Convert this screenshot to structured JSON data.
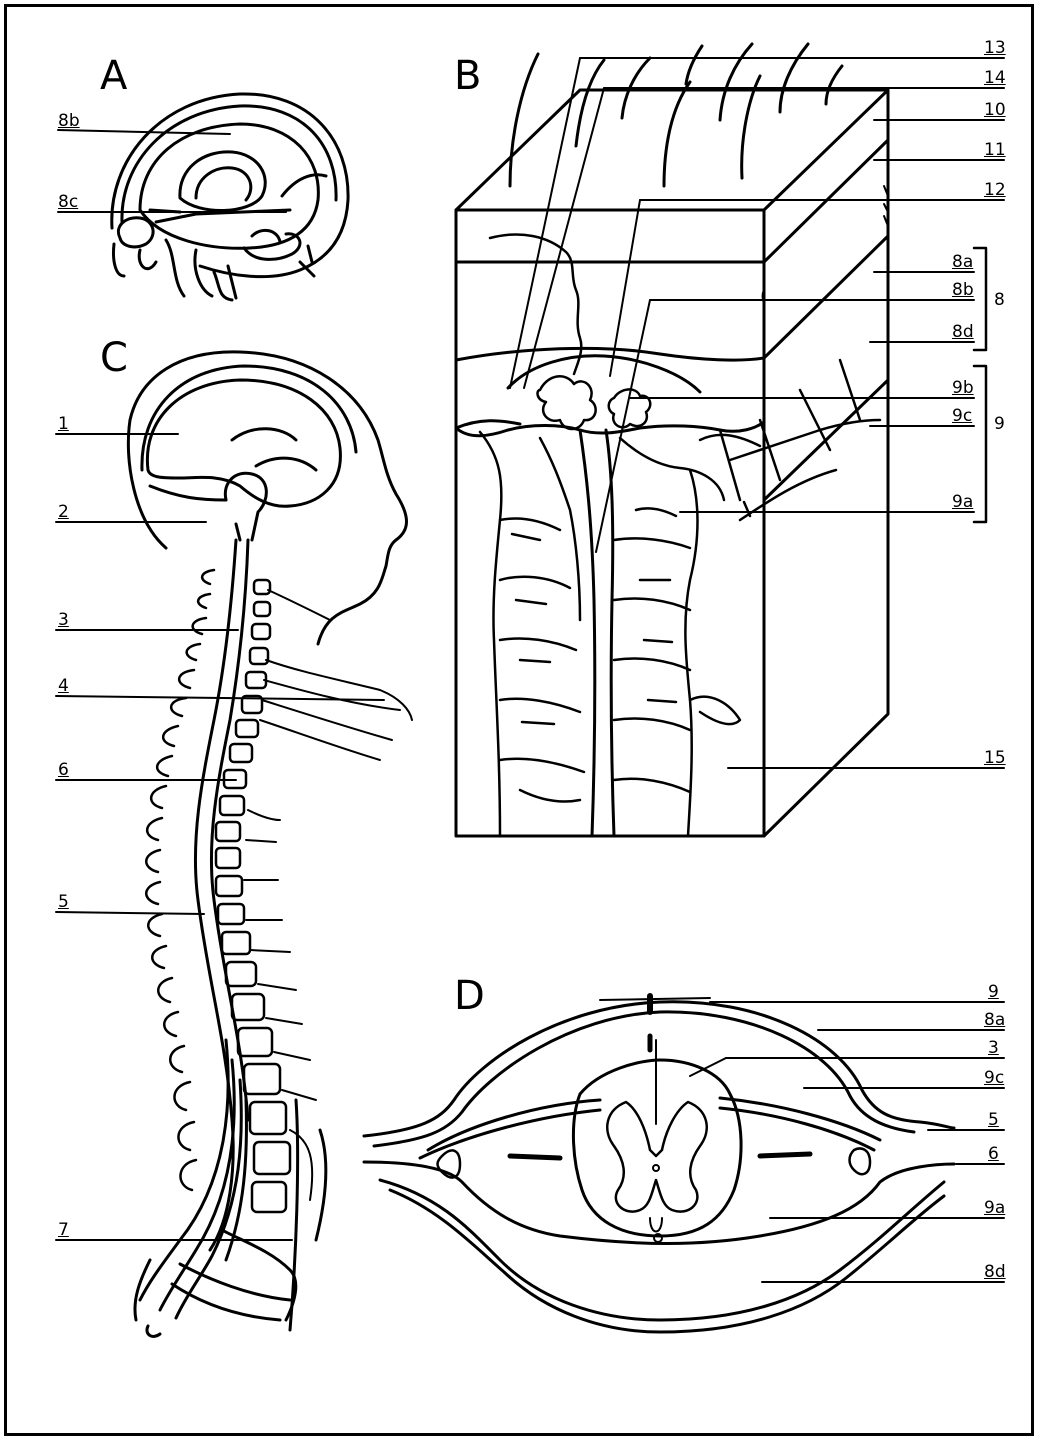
{
  "panels": {
    "a": "A",
    "b": "B",
    "c": "C",
    "d": "D"
  },
  "labels_a": {
    "l8b": "8b",
    "l8c": "8c"
  },
  "labels_b": {
    "l13": "13",
    "l14": "14",
    "l10": "10",
    "l11": "11",
    "l12": "12",
    "l8a": "8a",
    "l8b": "8b",
    "l8": "8",
    "l8d": "8d",
    "l9b": "9b",
    "l9c": "9c",
    "l9": "9",
    "l9a": "9a",
    "l15": "15"
  },
  "labels_c": {
    "l1": "1",
    "l2": "2",
    "l3": "3",
    "l4": "4",
    "l6": "6",
    "l5": "5",
    "l7": "7"
  },
  "labels_d": {
    "l9": "9",
    "l8a": "8a",
    "l3": "3",
    "l9c": "9c",
    "l5": "5",
    "l6": "6",
    "l9a": "9a",
    "l8d": "8d"
  }
}
